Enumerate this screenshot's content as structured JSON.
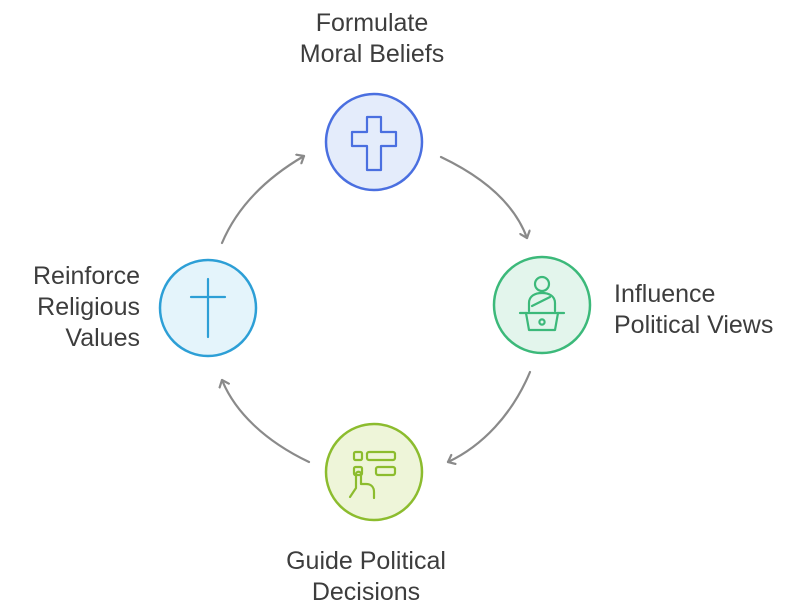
{
  "diagram": {
    "nodes": [
      {
        "id": "formulate",
        "label_lines": [
          "Formulate",
          "Moral Beliefs"
        ],
        "icon": "cross-icon",
        "fill": "#e4ecfb",
        "stroke": "#4a6fe0"
      },
      {
        "id": "influence",
        "label_lines": [
          "Influence",
          "Political Views"
        ],
        "icon": "speaker-at-podium-icon",
        "fill": "#e3f5ec",
        "stroke": "#3cb97a"
      },
      {
        "id": "guide",
        "label_lines": [
          "Guide Political",
          "Decisions"
        ],
        "icon": "hand-selecting-list-icon",
        "fill": "#eef5d9",
        "stroke": "#8cbc2e"
      },
      {
        "id": "reinforce",
        "label_lines": [
          "Reinforce",
          "Religious",
          "Values"
        ],
        "icon": "simple-cross-icon",
        "fill": "#e4f4fb",
        "stroke": "#2d9fd6"
      }
    ],
    "arrow_color": "#8a8a8a",
    "flow": "clockwise"
  }
}
